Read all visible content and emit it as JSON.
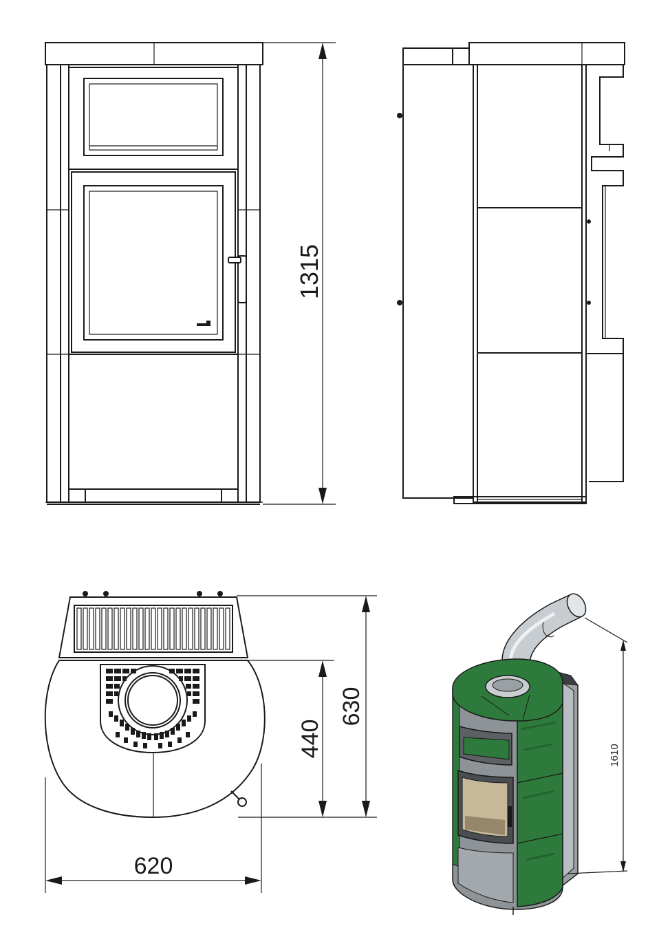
{
  "dimensions": {
    "height_front": "1315",
    "width_top": "620",
    "depth_total": "630",
    "depth_body": "440",
    "flue_height": "1610"
  },
  "colors": {
    "line": "#1a1a1a",
    "tile_green": "#2e7a3c",
    "tile_green_dark": "#1f5a2a",
    "steel": "#9aa0a4",
    "steel_dark": "#6e7478",
    "pipe": "#c8cdd2"
  }
}
